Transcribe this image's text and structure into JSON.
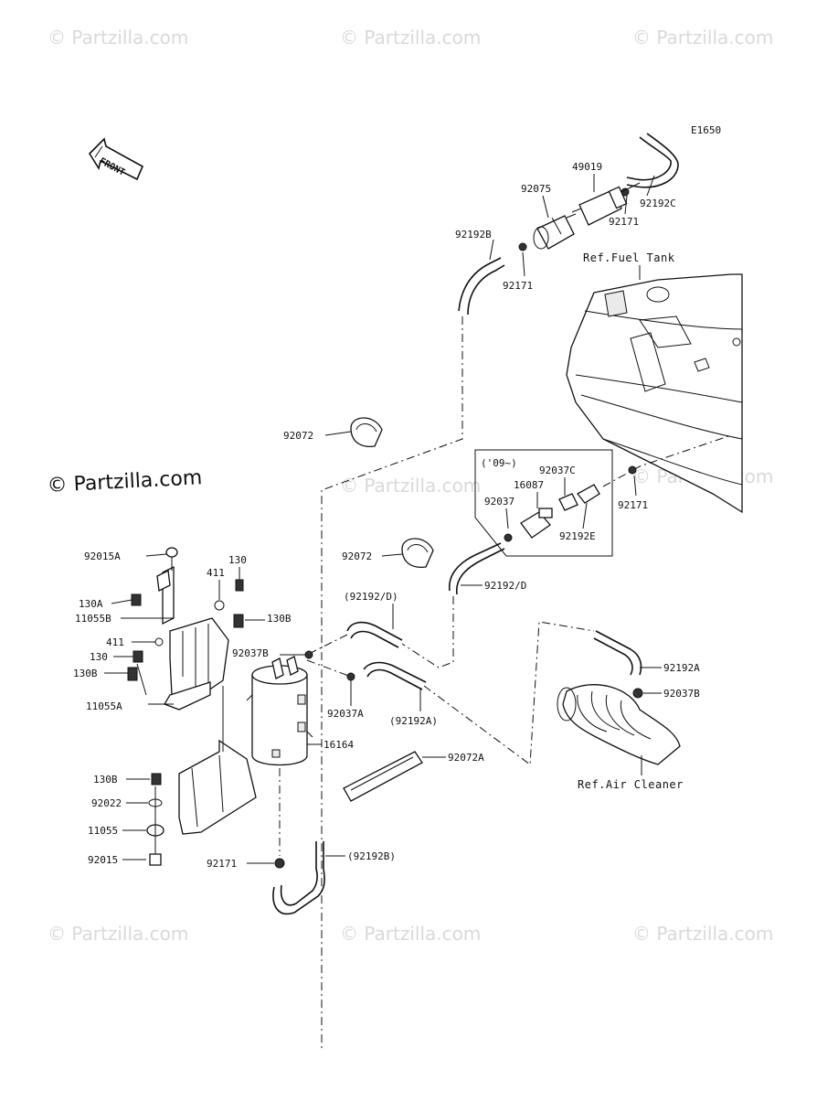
{
  "diagram": {
    "code": "E1650",
    "front_label": "FRONT",
    "ref_fuel_tank": "Ref.Fuel Tank",
    "ref_air_cleaner": "Ref.Air Cleaner",
    "note_09": "('09~)"
  },
  "watermarks": {
    "text": "© Partzilla.com",
    "main": "© Partzilla.com"
  },
  "labels": {
    "p49019": "49019",
    "p92075": "92075",
    "p92192C": "92192C",
    "p92171_top": "92171",
    "p92192B": "92192B",
    "p92171_b": "92171",
    "p92072_a": "92072",
    "p92037C": "92037C",
    "p16087": "16087",
    "p92037": "92037",
    "p92171_r": "92171",
    "p92192E": "92192E",
    "p92072_b": "92072",
    "p92192D": "92192/D",
    "p92192D_paren": "(92192/D)",
    "p92015A": "92015A",
    "p130_top": "130",
    "p411_top": "411",
    "p130A": "130A",
    "p130B_top": "130B",
    "p11055B": "11055B",
    "p411_mid": "411",
    "p130_mid": "130",
    "p92037B_l": "92037B",
    "p130B_mid": "130B",
    "p11055A": "11055A",
    "p92037A": "92037A",
    "p92192A_paren": "(92192A)",
    "p16164": "16164",
    "p92072A": "92072A",
    "p92192A": "92192A",
    "p92037B_r": "92037B",
    "p130B_low": "130B",
    "p92022": "92022",
    "p11055": "11055",
    "p92015": "92015",
    "p92171_low": "92171",
    "p92192B_paren": "(92192B)"
  }
}
